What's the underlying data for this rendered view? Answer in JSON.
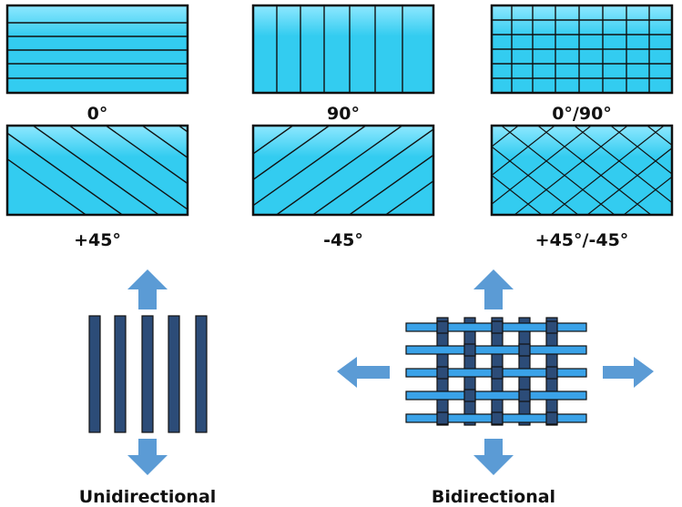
{
  "colors": {
    "tile_fill": "#33ccf0",
    "tile_light": "#8ee8ff",
    "tile_border": "#111111",
    "arrow": "#5b9bd5",
    "fiber_dark": "#2c4c78",
    "fiber_light": "#3aa2e8"
  },
  "orientation_labels": [
    "0°",
    "90°",
    "0°/90°",
    "+45°",
    "-45°",
    "+45°/-45°"
  ],
  "panels": {
    "unidirectional": "Unidirectional",
    "bidirectional": "Bidirectional"
  },
  "icons": [
    "arrow-up-icon",
    "arrow-down-icon",
    "arrow-left-icon",
    "arrow-right-icon"
  ]
}
